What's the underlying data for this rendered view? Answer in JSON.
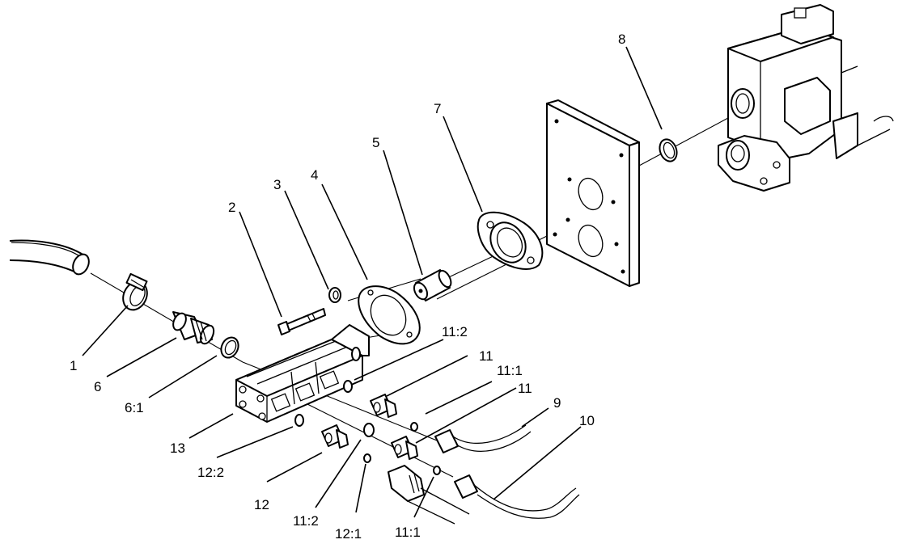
{
  "diagram": {
    "callouts": [
      {
        "id": "c1",
        "text": "1"
      },
      {
        "id": "c2",
        "text": "2"
      },
      {
        "id": "c3",
        "text": "3"
      },
      {
        "id": "c4",
        "text": "4"
      },
      {
        "id": "c5",
        "text": "5"
      },
      {
        "id": "c6",
        "text": "6"
      },
      {
        "id": "c61",
        "text": "6:1"
      },
      {
        "id": "c7",
        "text": "7"
      },
      {
        "id": "c8",
        "text": "8"
      },
      {
        "id": "c9",
        "text": "9"
      },
      {
        "id": "c10",
        "text": "10"
      },
      {
        "id": "c112a",
        "text": "11:2"
      },
      {
        "id": "c11a",
        "text": "11"
      },
      {
        "id": "c111a",
        "text": "11:1"
      },
      {
        "id": "c11b",
        "text": "11"
      },
      {
        "id": "c12",
        "text": "12"
      },
      {
        "id": "c122",
        "text": "12:2"
      },
      {
        "id": "c112b",
        "text": "11:2"
      },
      {
        "id": "c121",
        "text": "12:1"
      },
      {
        "id": "c111b",
        "text": "11:1"
      },
      {
        "id": "c13",
        "text": "13"
      }
    ]
  }
}
